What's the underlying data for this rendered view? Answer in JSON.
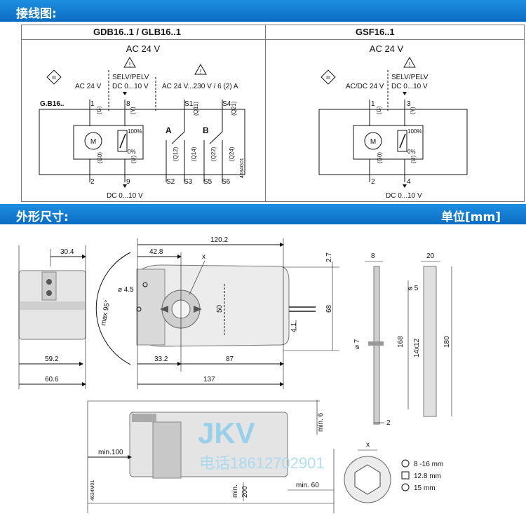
{
  "header": {
    "title": "接线图:"
  },
  "section2": {
    "title": "外形尺寸:",
    "unit": "单位[mm]"
  },
  "wiring": {
    "left_title": "GDB16..1 / GLB16..1",
    "right_title": "GSF16..1",
    "left_supply": "AC 24 V",
    "right_supply": "AC 24 V",
    "class3_symbol": "III",
    "left": {
      "label_ac": "AC 24 V",
      "label_selv": "SELV/PELV",
      "label_dc_top": "DC 0...10 V",
      "label_aux": "AC 24 V...230 V / 6 (2) A",
      "device": "G.B16..",
      "t1": "1",
      "t8": "8",
      "t2": "2",
      "t9": "9",
      "s1": "S1",
      "s4": "S4",
      "s2": "S2",
      "s3": "S3",
      "s5": "S5",
      "s6": "S6",
      "g": "(G)",
      "y": "(Y)",
      "g0": "(G0)",
      "u": "(U)",
      "q11": "(Q11)",
      "q21": "(Q21)",
      "q12": "(Q12)",
      "q14": "(Q14)",
      "q22": "(Q22)",
      "q24": "(Q24)",
      "a": "A",
      "b": "B",
      "p100": "100%",
      "p0": "0%",
      "motor": "M",
      "code": "4634G01",
      "dc_bottom": "DC 0...10 V"
    },
    "right": {
      "label_ac": "AC/DC 24 V",
      "label_selv": "SELV/PELV",
      "label_dc_top": "DC 0...10 V",
      "t1": "1",
      "t3": "3",
      "t2": "2",
      "t4": "4",
      "g": "(G)",
      "y": "(Y)",
      "g0": "(G0)",
      "u": "(U)",
      "p100": "100%",
      "p0": "0%",
      "motor": "M",
      "dc_bottom": "DC 0...10 V"
    }
  },
  "dims": {
    "d30_4": "30.4",
    "d59_2": "59.2",
    "d60_6": "60.6",
    "d42_8": "42.8",
    "d120_2": "120.2",
    "d33_2": "33.2",
    "d87": "87",
    "d137": "137",
    "d50": "50",
    "d68": "68",
    "d4_1": "4.1",
    "d2_7": "2.7",
    "phi4_5": "⌀ 4.5",
    "max95": "max 95°",
    "x": "x",
    "d8": "8",
    "phi7": "⌀ 7",
    "d2": "2",
    "d20": "20",
    "phi5": "⌀ 5",
    "d168": "168",
    "d14x12": "14x12",
    "d180": "180",
    "min6": "min. 6",
    "min100": "min.100",
    "min200_a": "min.",
    "min200_b": "200",
    "min60": "min. 60",
    "code2": "4634M01",
    "legend_x": "x",
    "legend": [
      "8 -16 mm",
      "12.8 mm",
      "15 mm"
    ]
  },
  "watermark": {
    "brand": "JKV",
    "phone": "电话18612702901"
  }
}
